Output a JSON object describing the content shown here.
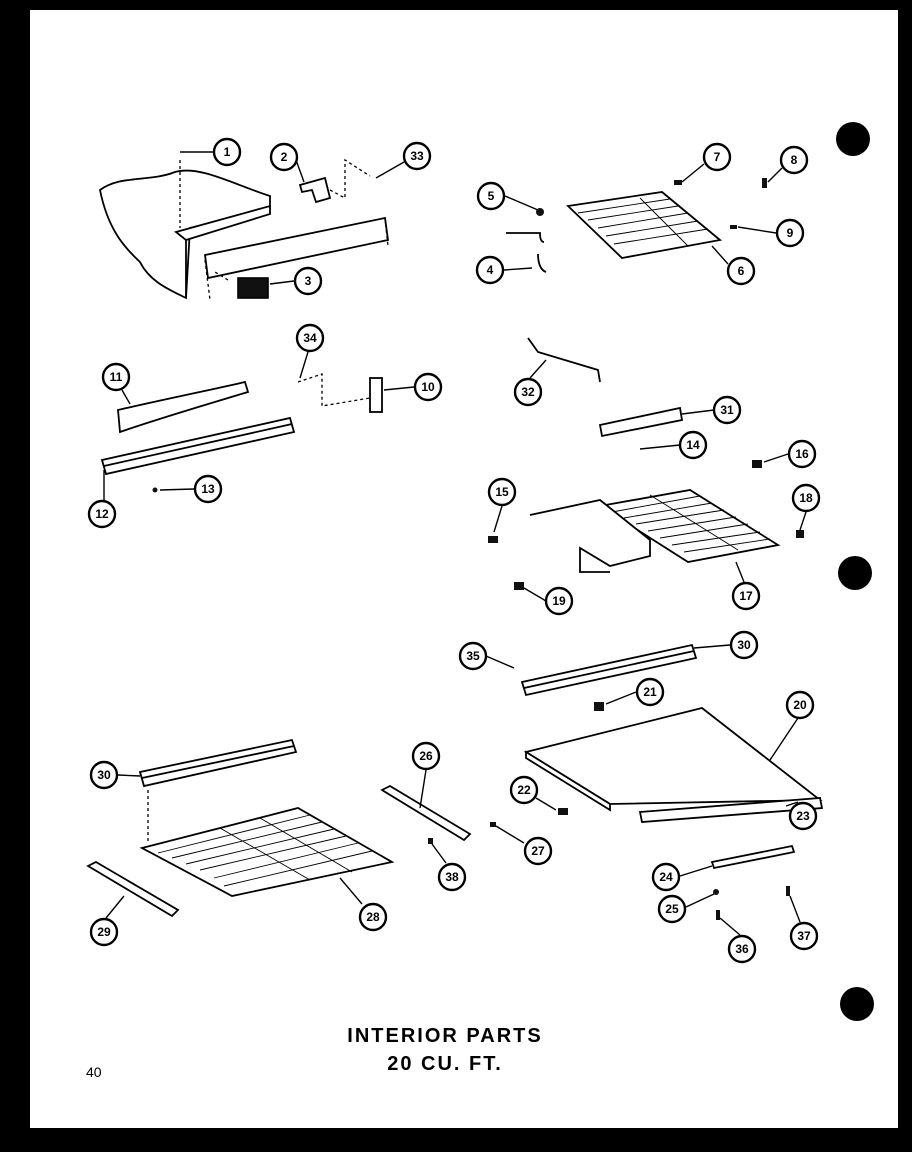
{
  "title": {
    "line1": "INTERIOR PARTS",
    "line2": "20 CU. FT."
  },
  "page_number": "40",
  "callouts": [
    {
      "label": "1"
    },
    {
      "label": "2"
    },
    {
      "label": "33"
    },
    {
      "label": "3"
    },
    {
      "label": "5"
    },
    {
      "label": "4"
    },
    {
      "label": "7"
    },
    {
      "label": "8"
    },
    {
      "label": "9"
    },
    {
      "label": "6"
    },
    {
      "label": "11"
    },
    {
      "label": "34"
    },
    {
      "label": "10"
    },
    {
      "label": "12"
    },
    {
      "label": "13"
    },
    {
      "label": "32"
    },
    {
      "label": "31"
    },
    {
      "label": "14"
    },
    {
      "label": "16"
    },
    {
      "label": "15"
    },
    {
      "label": "18"
    },
    {
      "label": "19"
    },
    {
      "label": "17"
    },
    {
      "label": "35"
    },
    {
      "label": "30"
    },
    {
      "label": "21"
    },
    {
      "label": "20"
    },
    {
      "label": "30"
    },
    {
      "label": "26"
    },
    {
      "label": "22"
    },
    {
      "label": "23"
    },
    {
      "label": "27"
    },
    {
      "label": "38"
    },
    {
      "label": "28"
    },
    {
      "label": "29"
    },
    {
      "label": "24"
    },
    {
      "label": "25"
    },
    {
      "label": "36"
    },
    {
      "label": "37"
    }
  ]
}
